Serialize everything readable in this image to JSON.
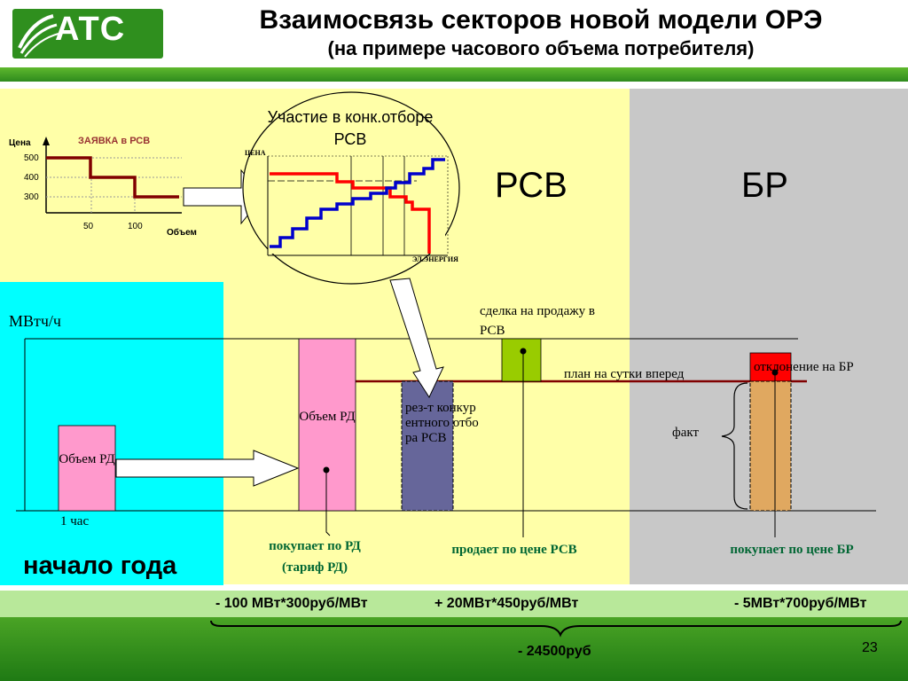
{
  "header": {
    "logo": "АТС",
    "title": "Взаимосвязь секторов новой модели ОРЭ",
    "subtitle": "(на примере часового объема потребителя)"
  },
  "bid_chart": {
    "title": "ЗАЯВКА в РСВ",
    "y_label": "Цена",
    "x_label": "Объем",
    "y_ticks": [
      "500",
      "400",
      "300"
    ],
    "x_ticks": [
      "50",
      "100"
    ],
    "steps": [
      {
        "from": 0,
        "to": 50,
        "price": 500
      },
      {
        "from": 50,
        "to": 100,
        "price": 400
      },
      {
        "from": 100,
        "to": 150,
        "price": 300
      }
    ]
  },
  "auction": {
    "caption": "Участие в конк.отборе РСВ",
    "y_label": "ЦЕНА",
    "x_label": "ЭЛ.ЭНЕРГИЯ"
  },
  "sectors": {
    "rsv": "РСВ",
    "br": "БР",
    "start_year": "начало года"
  },
  "main_chart": {
    "y_label": "МВтч/ч",
    "hour_label": "1 час",
    "rd_small_label": "Объем РД",
    "rd_big_label": "Объем РД",
    "rsv_result_label": "рез-т конкурентного отбора РСВ",
    "sale_label": "сделка на продажу в РСВ",
    "plan_label": "план на сутки вперед",
    "deviation_label": "отклонение на БР",
    "fact_label": "факт",
    "buys_rd": "покупает по РД (тариф РД)",
    "sells_rsv": "продает по цене РСВ",
    "buys_br": "покупает по цене БР"
  },
  "footer": {
    "calc_rd": "- 100 МВт*300руб/МВт",
    "calc_rsv": "+ 20МВт*450руб/МВт",
    "calc_br": "- 5МВт*700руб/МВт",
    "total": "- 24500руб",
    "page": "23"
  },
  "colors": {
    "rd_pink": "#ff99cc",
    "rsv_result": "#66669a",
    "sale_green": "#99cc00",
    "deviation_red": "#ff0000",
    "fact_tan": "#e0a860",
    "bid_line": "#800000"
  }
}
